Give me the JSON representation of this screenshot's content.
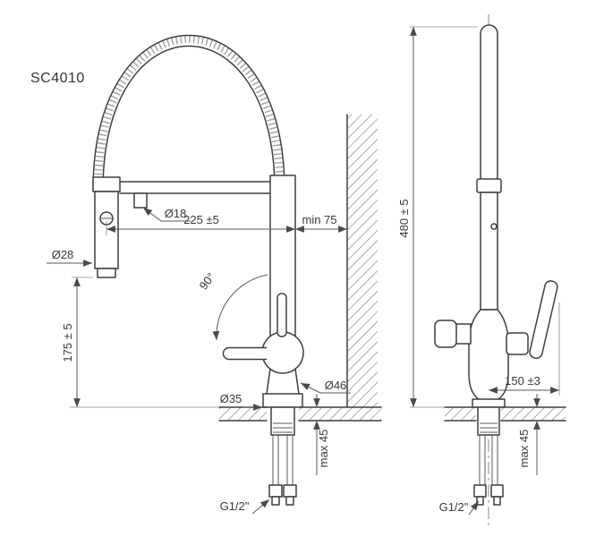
{
  "drawing": {
    "model": "SC4010",
    "front_view": {
      "outlet_diameter": "Ø18",
      "reach": "225 ±5",
      "min_wall_distance": "min 75",
      "spray_head_diameter": "Ø28",
      "swivel_angle": "90°",
      "spray_head_height": "175 ± 5",
      "body_diameter": "Ø46",
      "mounting_hole_diameter": "Ø35",
      "max_counter_thickness": "max 45",
      "connection_thread": "G1/2\""
    },
    "side_view": {
      "total_height": "480 ± 5",
      "handle_depth": "150 ±3",
      "max_counter_thickness": "max 45",
      "connection_thread": "G1/2\""
    }
  }
}
